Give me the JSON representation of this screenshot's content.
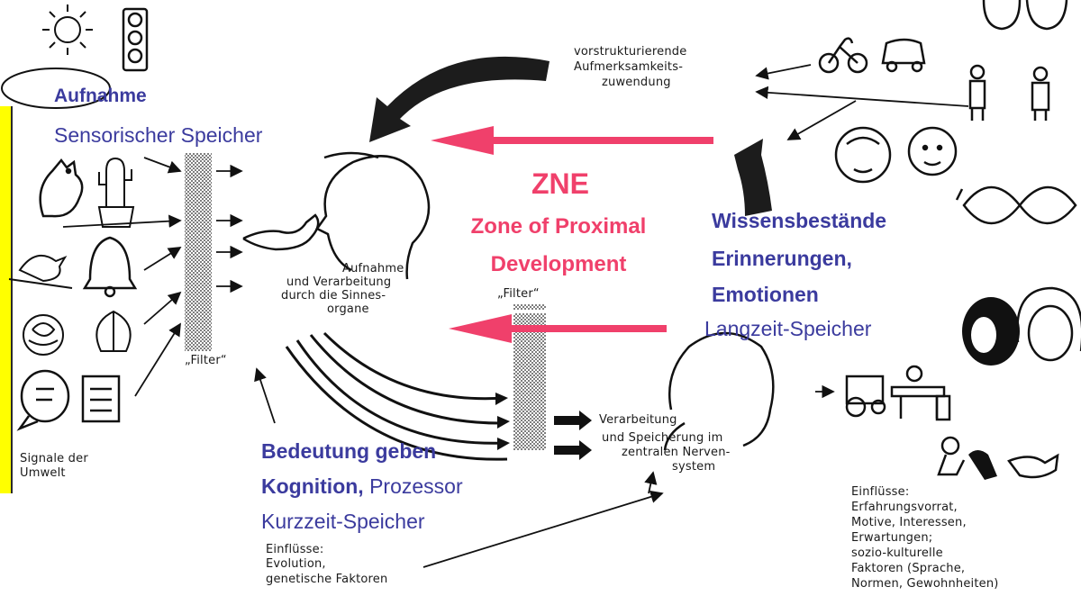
{
  "colors": {
    "blue_text": "#3b3b9e",
    "red_text": "#f0406b",
    "red_arrow": "#f0406b",
    "highlight": "#ffff00",
    "ink": "#111111"
  },
  "labels": {
    "aufnahme": "Aufnahme",
    "sensorischer_speicher": "Sensorischer Speicher",
    "zne": "ZNE",
    "zne_line1": "Zone of Proximal",
    "zne_line2": "Development",
    "wissen": "Wissensbestände",
    "erinnerungen": "Erinnerungen,",
    "emotionen": "Emotionen",
    "langzeit": "Langzeit-Speicher",
    "bedeutung": "Bedeutung geben",
    "kognition": "Kognition,",
    "prozessor": " Prozessor",
    "kurzzeit": "Kurzzeit-Speicher"
  },
  "scan_text": {
    "vorstrukt_1": "vorstrukturierende",
    "vorstrukt_2": "Aufmerksamkeits-",
    "vorstrukt_3": "zuwendung",
    "aufnahme_1": "Aufnahme",
    "aufnahme_2": "und Verarbeitung",
    "aufnahme_3": "durch die Sinnes-",
    "aufnahme_4": "organe",
    "filter_left": "„Filter“",
    "filter_mid": "„Filter“",
    "signale_1": "Signale der",
    "signale_2": "Umwelt",
    "verarb_1": "Verarbeitung",
    "verarb_2": "und Speicherung im",
    "verarb_3": "zentralen Nerven-",
    "verarb_4": "system",
    "einfl_l_1": "Einflüsse:",
    "einfl_l_2": "Evolution,",
    "einfl_l_3": "genetische Faktoren",
    "einfl_r_1": "Einflüsse:",
    "einfl_r_2": "Erfahrungsvorrat,",
    "einfl_r_3": "Motive, Interessen,",
    "einfl_r_4": "Erwartungen;",
    "einfl_r_5": "sozio-kulturelle",
    "einfl_r_6": "Faktoren (Sprache,",
    "einfl_r_7": "Normen, Gewohnheiten)"
  },
  "icons": [
    "sun-icon",
    "traffic-light-icon",
    "cat-icon",
    "cactus-icon",
    "bird-icon",
    "bell-icon",
    "rose-icon",
    "flower-icon",
    "speech-bubble-icon",
    "book-icon",
    "head-profile-icon",
    "hand-icon",
    "brain-head-icon",
    "bicycle-icon",
    "car-icon",
    "standing-person-icon",
    "elderly-face-icon",
    "baby-face-icon",
    "vase-illusion-icon",
    "afro-face-icon",
    "woman-face-icon",
    "tractor-icon",
    "desk-icon",
    "kneeling-person-icon",
    "dog-icon"
  ]
}
